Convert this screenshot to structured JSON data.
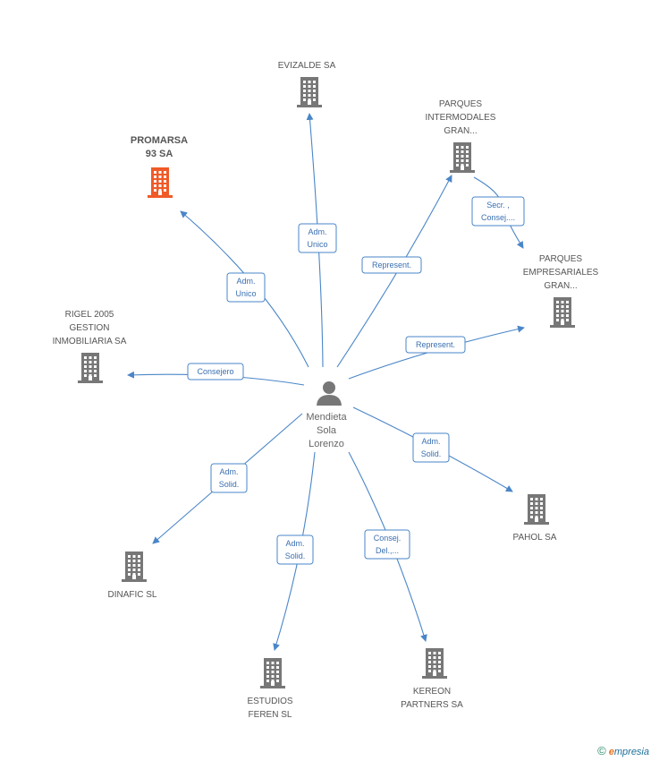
{
  "colors": {
    "building": "#777777",
    "building_highlight": "#f05a28",
    "edge": "#4a86c8",
    "person": "#777777"
  },
  "person": {
    "label_lines": [
      "Mendieta",
      "Sola",
      "Lorenzo"
    ],
    "icon": "person-icon"
  },
  "companies": [
    {
      "id": "evizalde",
      "lines": [
        "EVIZALDE SA"
      ],
      "highlight": false
    },
    {
      "id": "parques-intermodales",
      "lines": [
        "PARQUES",
        "INTERMODALES",
        "GRAN..."
      ],
      "highlight": false
    },
    {
      "id": "promarsa",
      "lines": [
        "PROMARSA",
        "93 SA"
      ],
      "highlight": true
    },
    {
      "id": "parques-empresariales",
      "lines": [
        "PARQUES",
        "EMPRESARIALES",
        "GRAN..."
      ],
      "highlight": false
    },
    {
      "id": "rigel",
      "lines": [
        "RIGEL 2005",
        "GESTION",
        "INMOBILIARIA SA"
      ],
      "highlight": false
    },
    {
      "id": "pahol",
      "lines": [
        "PAHOL SA"
      ],
      "highlight": false
    },
    {
      "id": "dinafic",
      "lines": [
        "DINAFIC SL"
      ],
      "highlight": false
    },
    {
      "id": "estudios-feren",
      "lines": [
        "ESTUDIOS",
        "FEREN SL"
      ],
      "highlight": false
    },
    {
      "id": "kereon",
      "lines": [
        "KEREON",
        "PARTNERS SA"
      ],
      "highlight": false
    }
  ],
  "edges": [
    {
      "id": "to-evizalde",
      "lines": [
        "Adm.",
        "Unico"
      ]
    },
    {
      "id": "to-promarsa",
      "lines": [
        "Adm.",
        "Unico"
      ]
    },
    {
      "id": "to-parques-intermodales",
      "lines": [
        "Represent."
      ]
    },
    {
      "id": "intermodales-to-empresariales",
      "lines": [
        "Secr. ,",
        "Consej...."
      ]
    },
    {
      "id": "to-parques-empresariales",
      "lines": [
        "Represent."
      ]
    },
    {
      "id": "to-rigel",
      "lines": [
        "Consejero"
      ]
    },
    {
      "id": "to-pahol",
      "lines": [
        "Adm.",
        "Solid."
      ]
    },
    {
      "id": "to-dinafic",
      "lines": [
        "Adm.",
        "Solid."
      ]
    },
    {
      "id": "to-estudios-feren",
      "lines": [
        "Adm.",
        "Solid."
      ]
    },
    {
      "id": "to-kereon",
      "lines": [
        "Consej.",
        "Del.,..."
      ]
    }
  ],
  "footer": {
    "copyright": "©",
    "brand_initial": "e",
    "brand_rest": "mpresia"
  }
}
